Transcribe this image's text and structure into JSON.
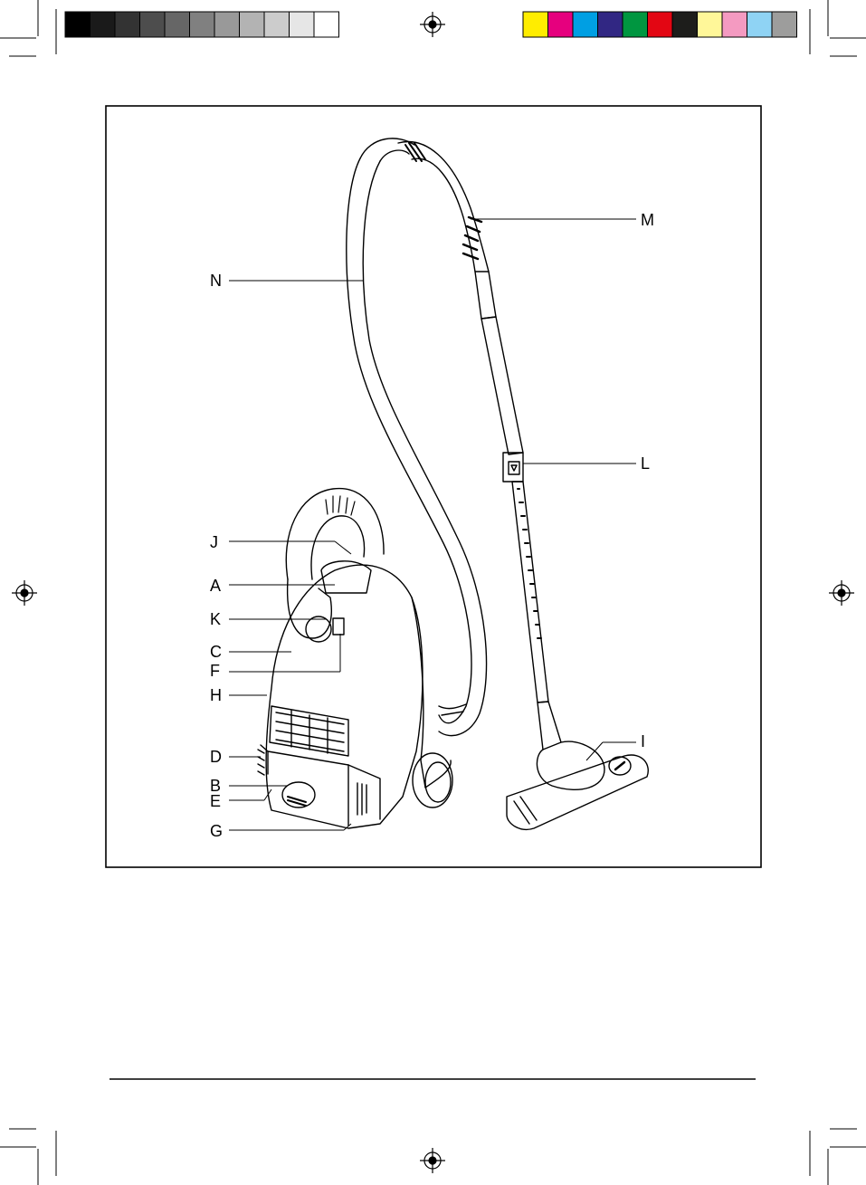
{
  "print_marks": {
    "gray_swatches": [
      "#000000",
      "#1a1a1a",
      "#333333",
      "#4d4d4d",
      "#666666",
      "#808080",
      "#999999",
      "#b3b3b3",
      "#cccccc",
      "#e6e6e6",
      "#ffffff"
    ],
    "color_swatches": [
      "#ffed00",
      "#e6007e",
      "#009fe3",
      "#312783",
      "#009640",
      "#e30613",
      "#1d1d1b",
      "#fff799",
      "#f49ac1",
      "#8fd3f4",
      "#9d9d9c"
    ]
  },
  "diagram": {
    "subject_icon": "vacuum-cleaner-icon",
    "labels": {
      "A": "A",
      "B": "B",
      "C": "C",
      "D": "D",
      "E": "E",
      "F": "F",
      "G": "G",
      "H": "H",
      "I": "I",
      "J": "J",
      "K": "K",
      "L": "L",
      "M": "M",
      "N": "N"
    }
  }
}
